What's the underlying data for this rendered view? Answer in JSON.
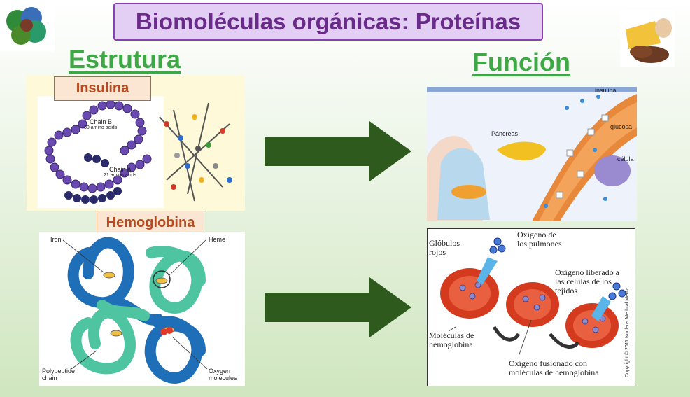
{
  "title": "Biomoléculas orgánicas: Proteínas",
  "left_heading": "Estrutura",
  "right_heading": "Función",
  "insulin_label": "Insulina",
  "hemoglobin_label": "Hemoglobina",
  "insulin_image": {
    "chain_b": "Chain B",
    "chain_b_count": "30 amino acids",
    "chain_a": "Chain A",
    "chain_a_count": "21 amino acids"
  },
  "hemoglobin_image": {
    "iron": "Iron",
    "heme": "Heme",
    "polypeptide": "Polypeptide chain",
    "oxygen_molecules": "Oxygen molecules"
  },
  "insulin_function_image": {
    "pancreas": "Páncreas",
    "insulina": "insulina",
    "glucosa": "glucosa",
    "celula": "célula"
  },
  "hemoglobin_function_image": {
    "globulos": "Glóbulos rojos",
    "oxigeno_pulmones": "Oxígeno de los pulmones",
    "oxigeno_liberado": "Oxígeno liberado a las células de los tejidos",
    "moleculas": "Moléculas de hemoglobina",
    "oxigeno_fusionado": "Oxígeno fusionado con moléculas de hemoglobina",
    "copyright": "Copyright © 2011 Nucleus Medical Media"
  },
  "colors": {
    "title_bg": "#e3cff3",
    "title_text": "#6a2a8a",
    "heading": "#3fa846",
    "arrow": "#2f5a1e",
    "label_text": "#b74a1f"
  }
}
